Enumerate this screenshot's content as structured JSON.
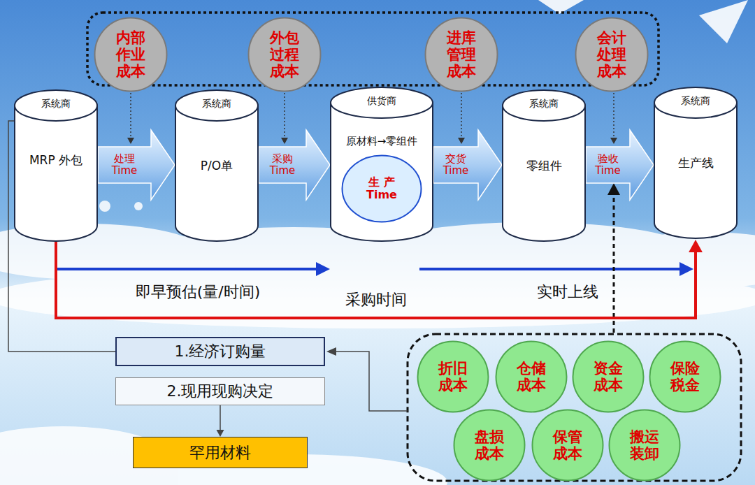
{
  "diagram": {
    "nodes": [
      {
        "text": [
          "内部作业成本"
        ]
      },
      {
        "text": [
          "外包过程成本"
        ]
      },
      {
        "text": [
          "进库管理成本"
        ]
      },
      {
        "text": [
          "会计处理成本"
        ]
      },
      {
        "text": [
          "系统商",
          "MRP 外包"
        ]
      },
      {
        "text": [
          "系统商",
          "P/O单"
        ]
      },
      {
        "text": [
          "供货商",
          "原材料→零组件"
        ]
      },
      {
        "text": [
          "生 产 Time"
        ],
        "in": 6
      },
      {
        "text": [
          "系统商",
          "零组件"
        ]
      },
      {
        "text": [
          "系统商",
          "生产线"
        ]
      },
      {
        "text": [
          "1.经济订购量"
        ]
      },
      {
        "text": [
          "2.现用现购决定"
        ]
      },
      {
        "text": [
          "罕用材料"
        ]
      },
      {
        "text": [
          "折旧成本"
        ]
      },
      {
        "text": [
          "仓储成本"
        ]
      },
      {
        "text": [
          "资金成本"
        ]
      },
      {
        "text": [
          "保险税金"
        ]
      },
      {
        "text": [
          "盘损成本"
        ]
      },
      {
        "text": [
          "保管成本"
        ]
      },
      {
        "text": [
          "搬运装卸"
        ]
      }
    ],
    "edges": [
      {
        "from": 4,
        "to": 5,
        "label": "处理 Time",
        "arrow": "to"
      },
      {
        "from": 5,
        "to": 6,
        "label": "采购 Time",
        "arrow": "to"
      },
      {
        "from": 6,
        "to": 8,
        "label": "交货 Time",
        "arrow": "to"
      },
      {
        "from": 8,
        "to": 9,
        "label": "验收 Time",
        "arrow": "to"
      },
      {
        "from": 4,
        "to": 9,
        "label": "采购时间",
        "arrow": "to"
      },
      {
        "from": 4,
        "to": 10,
        "arrow": "none"
      },
      {
        "from": 11,
        "to": 12,
        "arrow": "to"
      }
    ],
    "labels": [
      "即早预估(量/时间)",
      "实时上线"
    ]
  }
}
